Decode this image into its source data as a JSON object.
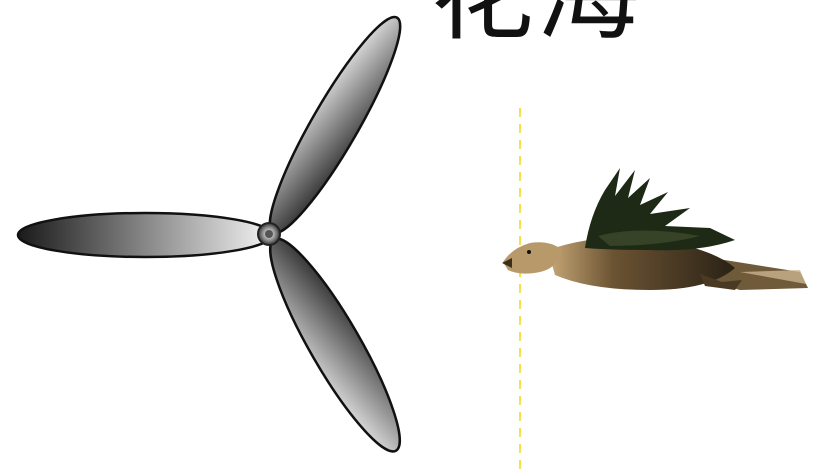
{
  "title_fragment": "花海",
  "colors": {
    "background": "#ffffff",
    "title_text": "#111111",
    "guide_line": "#f3e24a",
    "blade_dark": "#1a1a1a",
    "blade_light": "#f4f4f4",
    "hub": "#9a9a9a",
    "bird_body": "#4a3a24",
    "bird_wing": "#1e2a16",
    "bird_head": "#b89a6a"
  },
  "icons": {
    "propeller": "three-blade-propeller",
    "bird": "flying-eagle"
  }
}
